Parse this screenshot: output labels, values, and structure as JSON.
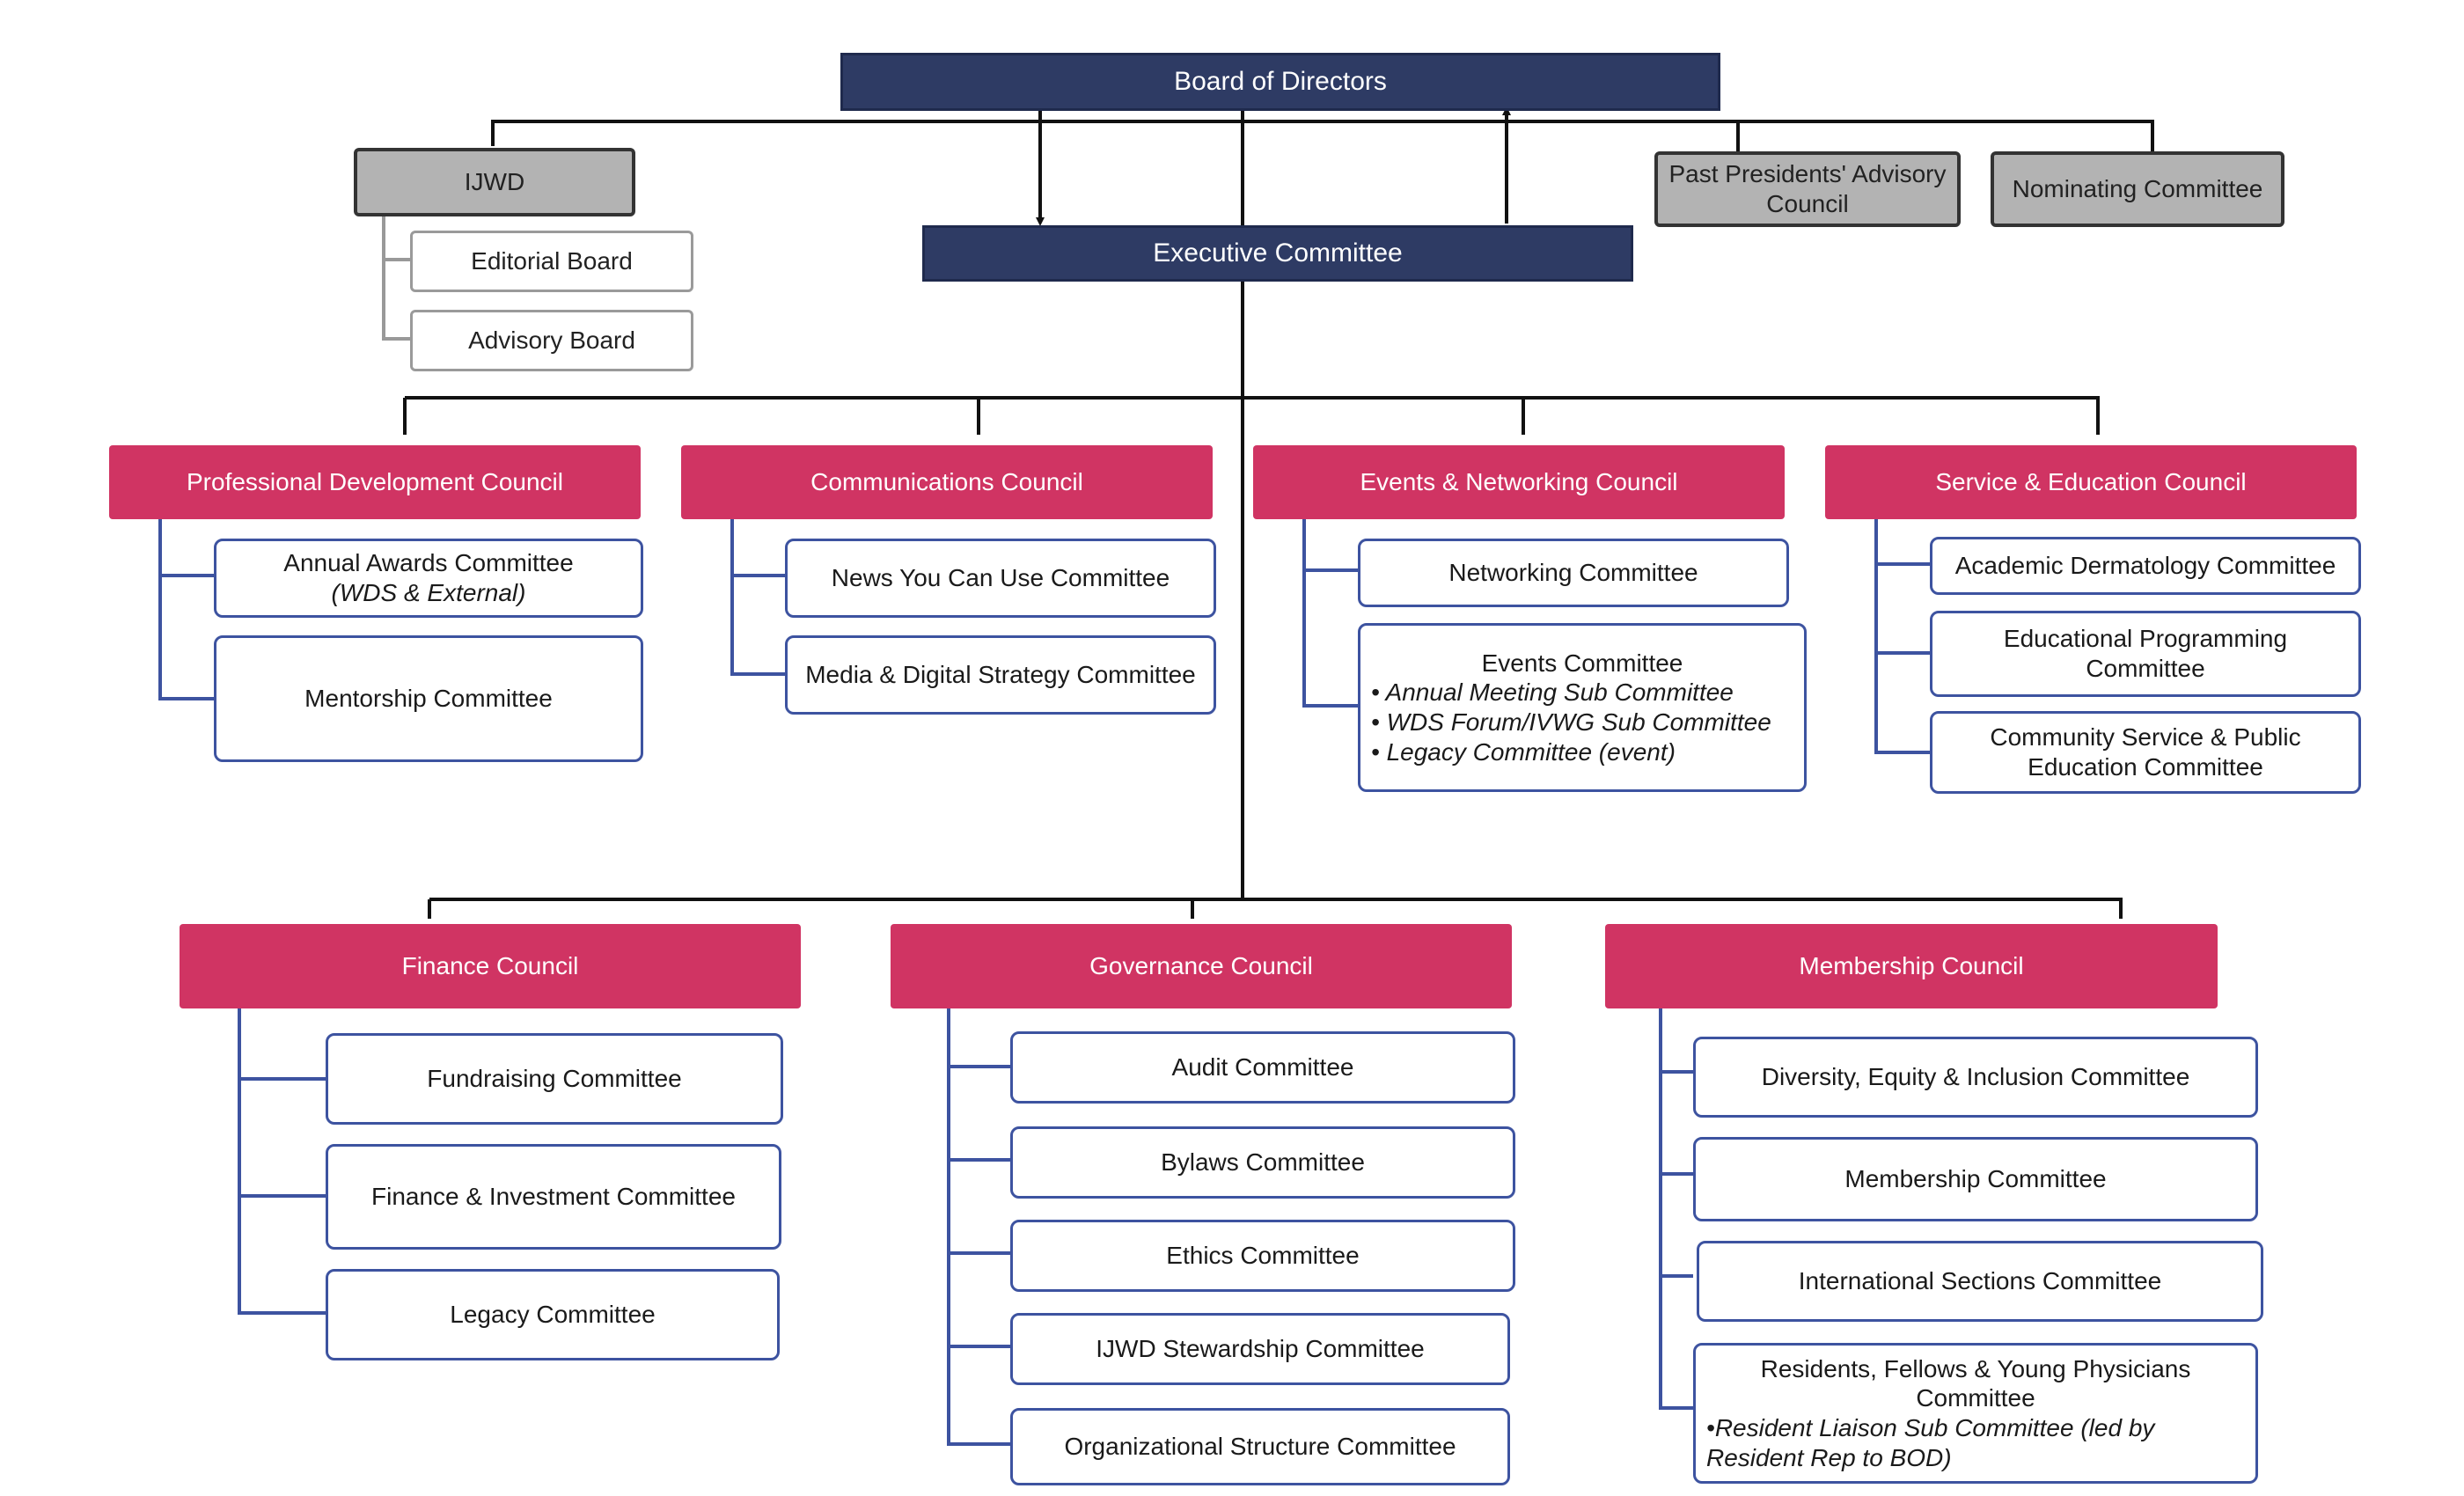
{
  "board": {
    "label": "Board of Directors"
  },
  "executive": {
    "label": "Executive Committee"
  },
  "ijwd": {
    "label": "IJWD",
    "children": [
      "Editorial Board",
      "Advisory Board"
    ]
  },
  "past_presidents": {
    "label": "Past Presidents' Advisory Council"
  },
  "nominating": {
    "label": "Nominating Committee"
  },
  "councils": {
    "professional_development": {
      "label": "Professional Development Council",
      "annual_awards": {
        "title": "Annual Awards Committee",
        "note": "(WDS & External)"
      },
      "mentorship": "Mentorship Committee"
    },
    "communications": {
      "label": "Communications Council",
      "news": "News You Can Use Committee",
      "media": "Media & Digital Strategy Committee"
    },
    "events_networking": {
      "label": "Events & Networking Council",
      "networking": "Networking Committee",
      "events": {
        "title": "Events Committee",
        "subs": [
          "Annual Meeting Sub Committee",
          "WDS Forum/IVWG Sub Committee",
          "Legacy Committee (event)"
        ]
      }
    },
    "service_education": {
      "label": "Service & Education Council",
      "academic": "Academic Dermatology Committee",
      "educational": "Educational Programming Committee",
      "community": "Community Service & Public Education Committee"
    },
    "finance": {
      "label": "Finance Council",
      "committees": [
        "Fundraising Committee",
        "Finance & Investment Committee",
        "Legacy Committee"
      ]
    },
    "governance": {
      "label": "Governance Council",
      "committees": [
        "Audit Committee",
        "Bylaws Committee",
        "Ethics Committee",
        "IJWD Stewardship Committee",
        "Organizational Structure Committee"
      ]
    },
    "membership": {
      "label": "Membership Council",
      "dei": "Diversity, Equity & Inclusion Committee",
      "membership": "Membership Committee",
      "international": "International Sections Committee",
      "residents": {
        "title": "Residents, Fellows & Young Physicians Committee",
        "sub": "Resident Liaison Sub Committee (led by Resident Rep to BOD)"
      }
    }
  }
}
